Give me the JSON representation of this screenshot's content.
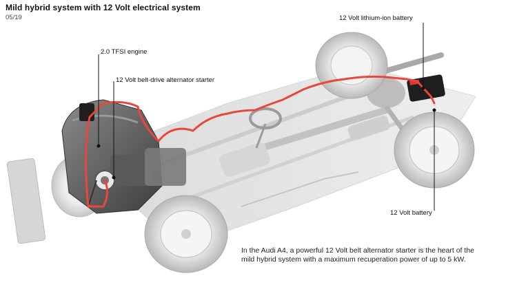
{
  "header": {
    "title": "Mild hybrid system with 12 Volt electrical system",
    "date": "05/19"
  },
  "callouts": {
    "engine": "2.0 TFSI engine",
    "alternator": "12 Volt belt-drive alternator starter",
    "lithium_battery": "12 Volt lithium-ion battery",
    "battery": "12 Volt battery"
  },
  "caption": "In the Audi A4, a powerful 12 Volt belt alternator starter is the heart of the mild hybrid system with a maximum recuperation power of up to 5 kW.",
  "colors": {
    "cable": "#e8473a",
    "chassis": "#d9d9d9",
    "engine": "#6a6a6a",
    "leader": "#111111"
  }
}
